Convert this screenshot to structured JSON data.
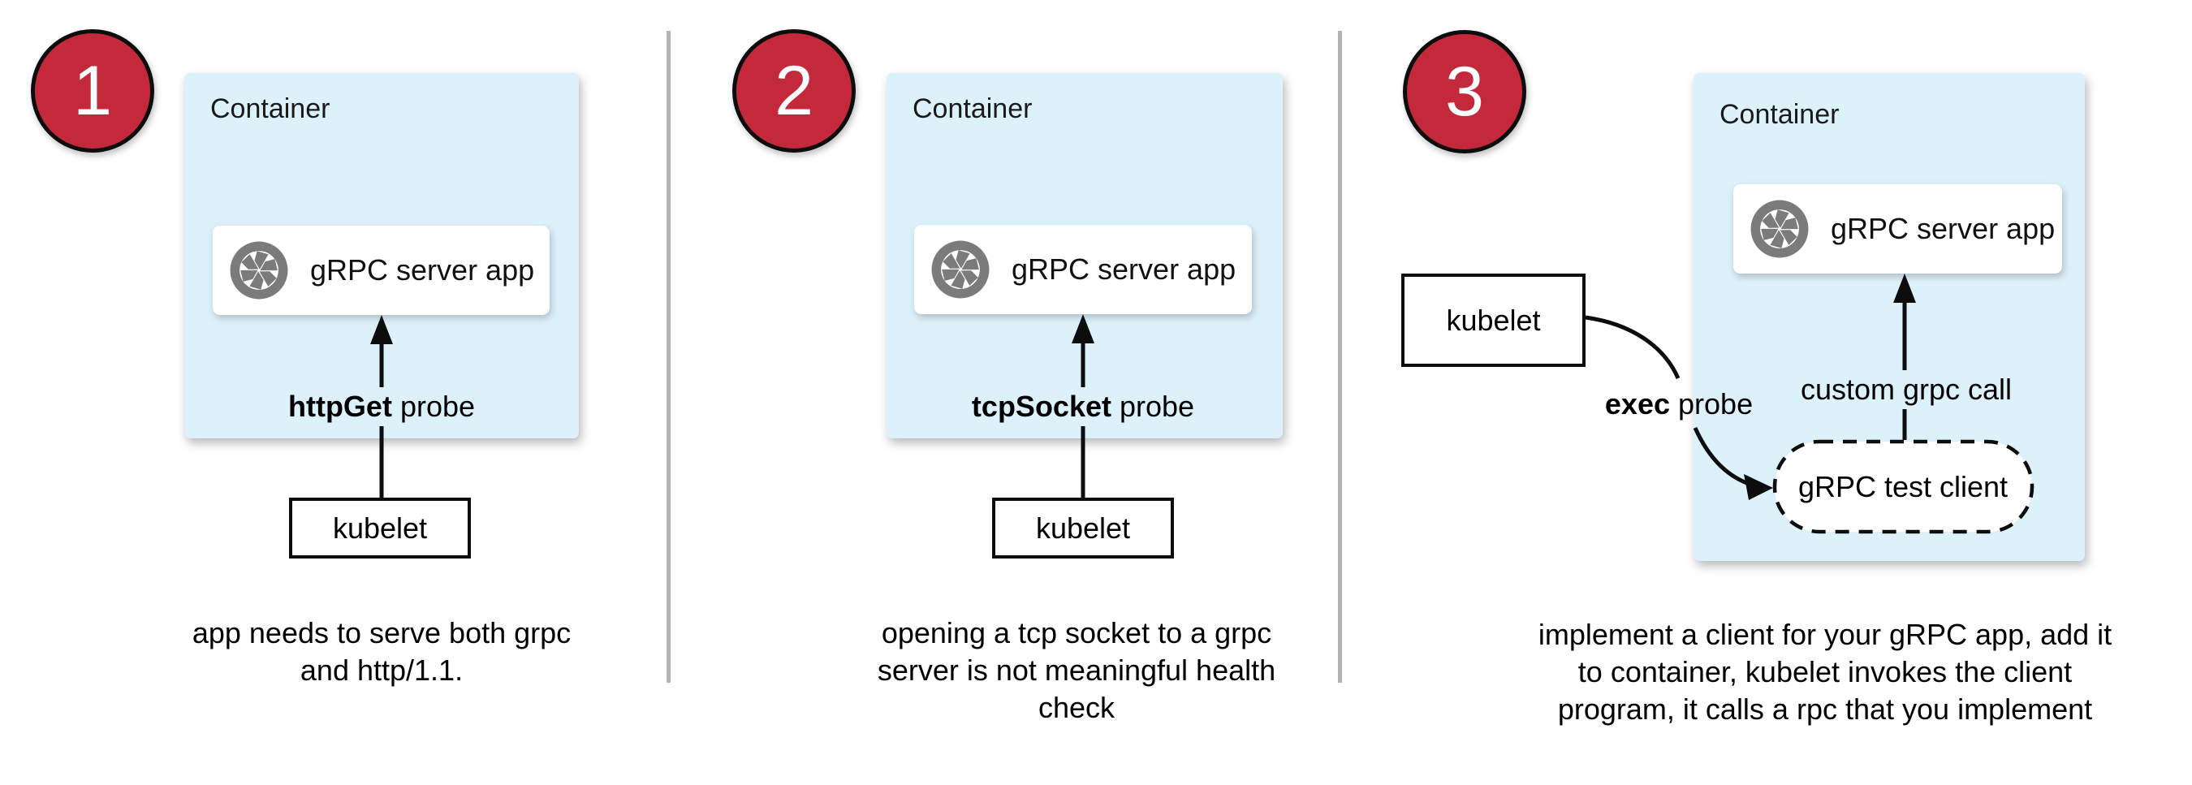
{
  "colors": {
    "step_red": "#c3293a",
    "container_blue": "#ddf1fb",
    "icon_gray": "#7b7b7b",
    "divider_gray": "#b3b3b3",
    "line_black": "#0d0d0d"
  },
  "panels": [
    {
      "number": "1",
      "container_label": "Container",
      "app_icon": "aperture-icon",
      "app_label": "gRPC server app",
      "probe_bold": "httpGet",
      "probe_rest": " probe",
      "kubelet_label": "kubelet",
      "caption_lines": [
        "app needs to serve both grpc",
        "and http/1.1."
      ]
    },
    {
      "number": "2",
      "container_label": "Container",
      "app_icon": "aperture-icon",
      "app_label": "gRPC server app",
      "probe_bold": "tcpSocket",
      "probe_rest": " probe",
      "kubelet_label": "kubelet",
      "caption_lines": [
        "opening a tcp socket to a grpc",
        "server is not meaningful health",
        "check"
      ]
    },
    {
      "number": "3",
      "container_label": "Container",
      "app_icon": "aperture-icon",
      "app_label": "gRPC server app",
      "exec_bold": "exec",
      "exec_rest": " probe",
      "custom_call_label": "custom grpc call",
      "test_client_label": "gRPC test client",
      "kubelet_label": "kubelet",
      "caption_lines": [
        "implement a client for your gRPC app, add it",
        "to container, kubelet invokes the client",
        "program, it calls a rpc that you implement"
      ]
    }
  ]
}
